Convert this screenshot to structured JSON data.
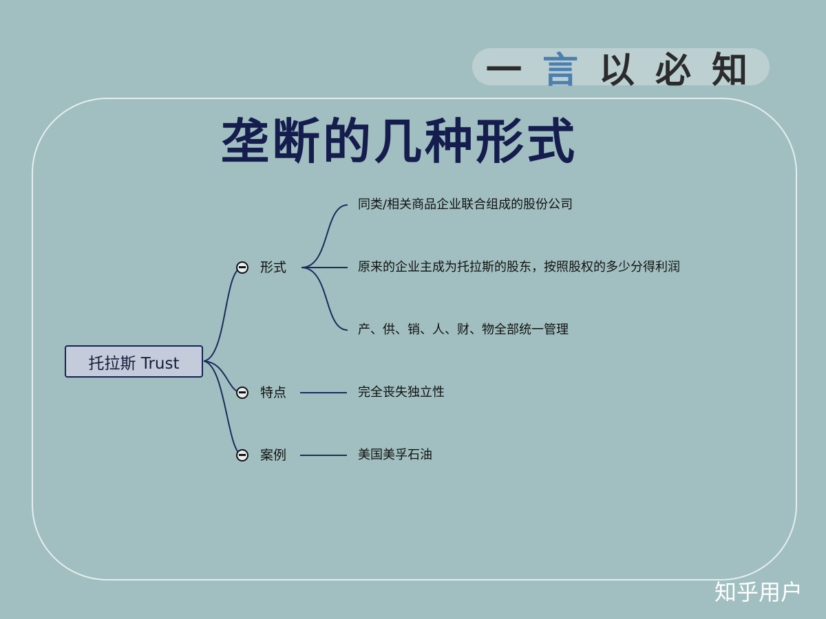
{
  "brand": {
    "chars": [
      "一",
      "言",
      "以",
      "必",
      "知"
    ]
  },
  "title": "垄断的几种形式",
  "root": {
    "label": "托拉斯 Trust"
  },
  "branches": [
    {
      "label": "形式",
      "leaves": [
        "同类/相关商品企业联合组成的股份公司",
        "原来的企业主成为托拉斯的股东，按照股权的多少分得利润",
        "产、供、销、人、财、物全部统一管理"
      ]
    },
    {
      "label": "特点",
      "leaves": [
        "完全丧失独立性"
      ]
    },
    {
      "label": "案例",
      "leaves": [
        "美国美孚石油"
      ]
    }
  ],
  "watermark": "知乎用户",
  "colors": {
    "background": "#a1bfc0",
    "title": "#141d4e",
    "connector": "#1b2a5c",
    "root_fill": "#c4ccdb",
    "brand_accent": "#4a7fb0"
  }
}
